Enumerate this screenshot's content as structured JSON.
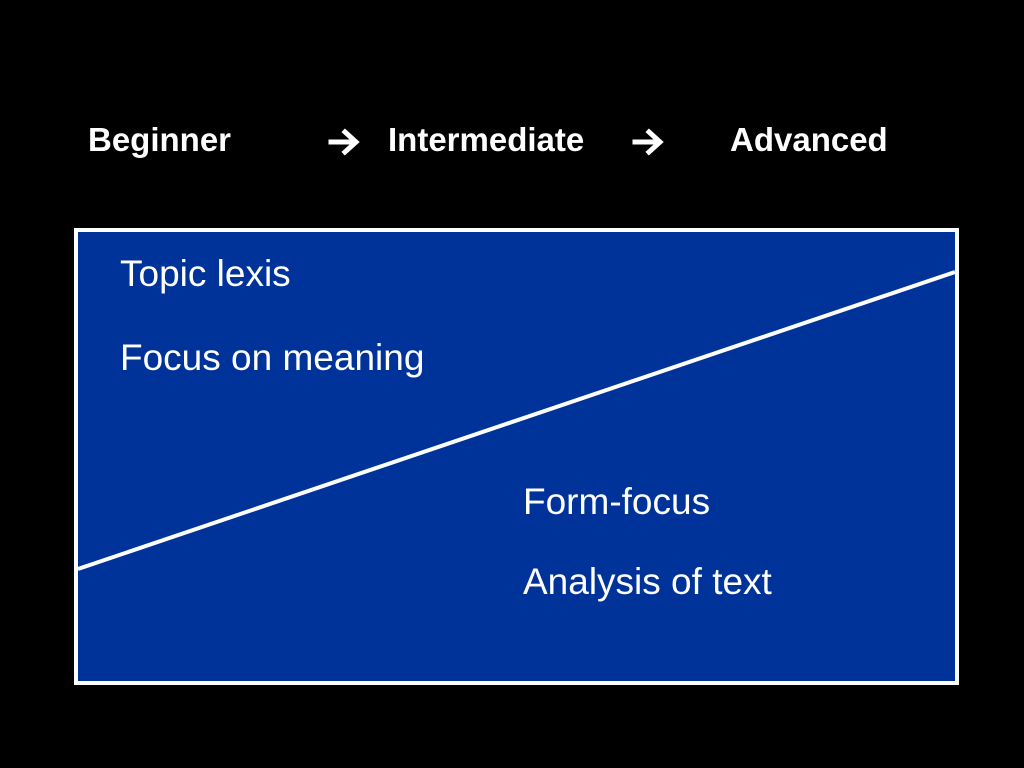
{
  "colors": {
    "background": "#000000",
    "panel": "#003399",
    "foreground": "#ffffff"
  },
  "progression": {
    "stages": [
      "Beginner",
      "Intermediate",
      "Advanced"
    ],
    "arrow_icon": "right-arrow-icon"
  },
  "panel": {
    "upper_region": {
      "items": [
        "Topic lexis",
        "Focus on meaning"
      ]
    },
    "lower_region": {
      "items": [
        "Form-focus",
        "Analysis of text"
      ]
    }
  }
}
